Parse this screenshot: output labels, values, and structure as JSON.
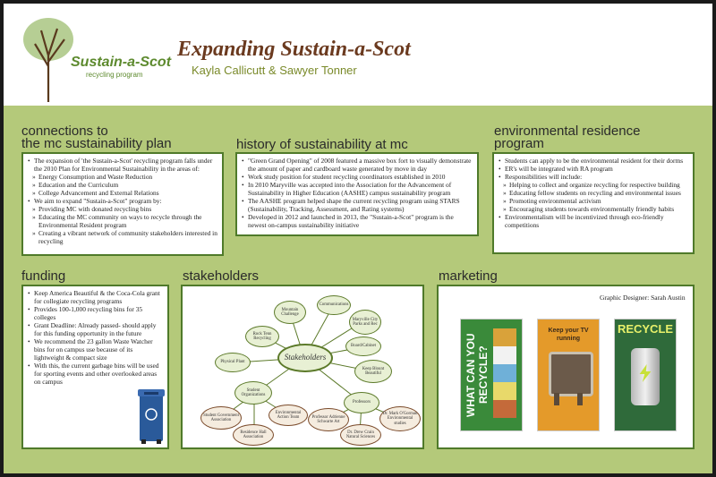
{
  "header": {
    "logo_text": "Sustain-a-Scot",
    "logo_sub": "recycling program",
    "title": "Expanding Sustain-a-Scot",
    "authors": "Kayla Callicutt & Sawyer Tonner"
  },
  "connections": {
    "title1": "connections to",
    "title2": "the mc sustainability plan",
    "items": [
      {
        "t": "The expansion of 'the Sustain-a-Scot' recycling program falls under the 2010 Plan for Environmental Sustainability in the areas of:",
        "k": "b"
      },
      {
        "t": "Energy Consumption and Waste Reduction",
        "k": "s"
      },
      {
        "t": "Education and the Curriculum",
        "k": "s"
      },
      {
        "t": "College Advancement and External Relations",
        "k": "s"
      },
      {
        "t": "We aim to expand \"Sustain-a-Scot\" program by:",
        "k": "b"
      },
      {
        "t": "Providing MC with donated recycling bins",
        "k": "s"
      },
      {
        "t": "Educating the MC community on ways to recycle through the Environmental Resident program",
        "k": "s"
      },
      {
        "t": "Creating a vibrant network of community stakeholders interested in recycling",
        "k": "s"
      }
    ]
  },
  "history": {
    "title": "history of sustainability at mc",
    "items": [
      {
        "t": "\"Green Grand Opening\" of 2008 featured a massive box fort to visually demonstrate the amount of paper and cardboard waste generated by move in day",
        "k": "b"
      },
      {
        "t": "Work study position for student recycling coordinators established in 2010",
        "k": "b"
      },
      {
        "t": "In 2010 Maryville was accepted into the Association for the Advancement of Sustainability in Higher Education (AASHE) campus sustainability program",
        "k": "b"
      },
      {
        "t": "The AASHE program helped shape the current recycling program using STARS (Sustainability, Tracking, Assessment, and Rating systems)",
        "k": "b"
      },
      {
        "t": "Developed in 2012 and launched in 2013, the \"Sustain-a-Scot\" program is the newest on-campus sustainability initiative",
        "k": "b"
      }
    ]
  },
  "environmental": {
    "title1": "environmental residence",
    "title2": "program",
    "items": [
      {
        "t": "Students can apply to be the environmental resident for their dorms",
        "k": "b"
      },
      {
        "t": "ER's will be integrated with RA program",
        "k": "b"
      },
      {
        "t": "Responsibilities will include:",
        "k": "b"
      },
      {
        "t": "Helping to collect and organize recycling for respective building",
        "k": "s"
      },
      {
        "t": "Educating fellow students on recycling and environmental issues",
        "k": "s"
      },
      {
        "t": "Promoting environmental activism",
        "k": "s"
      },
      {
        "t": "Encouraging students towards environmentally friendly habits",
        "k": "s"
      },
      {
        "t": "Environmentalism will be incentivized through eco-friendly competitions",
        "k": "b"
      }
    ]
  },
  "funding": {
    "title": "funding",
    "items": [
      {
        "t": "Keep America Beautiful & the Coca-Cola grant for collegiate recycling programs",
        "k": "b"
      },
      {
        "t": "Provides 100-1,000 recycling bins for 35 colleges",
        "k": "b"
      },
      {
        "t": "Grant Deadline: Already passed- should apply for this funding opportunity in the future",
        "k": "b"
      },
      {
        "t": "We recommend the 23 gallon Waste Watcher bins for on campus use because of its lightweight & compact size",
        "k": "b"
      },
      {
        "t": "With this, the current garbage bins will be used for sporting events and other overlooked areas on campus",
        "k": "b"
      }
    ]
  },
  "stakeholders": {
    "title": "stakeholders",
    "center": "Stakeholders",
    "nodes": [
      "Mountain Challenge",
      "Communications",
      "Maryville City Parks and Rec",
      "Rock Tenn Recycling",
      "Physical Plant",
      "Student Organizations",
      "Student Government Association",
      "Residence Hall Association",
      "Environmental Action Team",
      "Board/Cabinet",
      "Keep Blount Beautiful",
      "Professors",
      "Professor Adrienne Schwarte Art",
      "Dr. Drew Crain Natural Sciences",
      "Dr. Mark O'Gorman Environmental studies"
    ]
  },
  "marketing": {
    "title": "marketing",
    "designer": "Graphic Designer: Sarah Austin",
    "poster1": "WHAT CAN YOU RECYCLE?",
    "poster2": "Keep your TV running",
    "poster3": "RECYCLE"
  }
}
